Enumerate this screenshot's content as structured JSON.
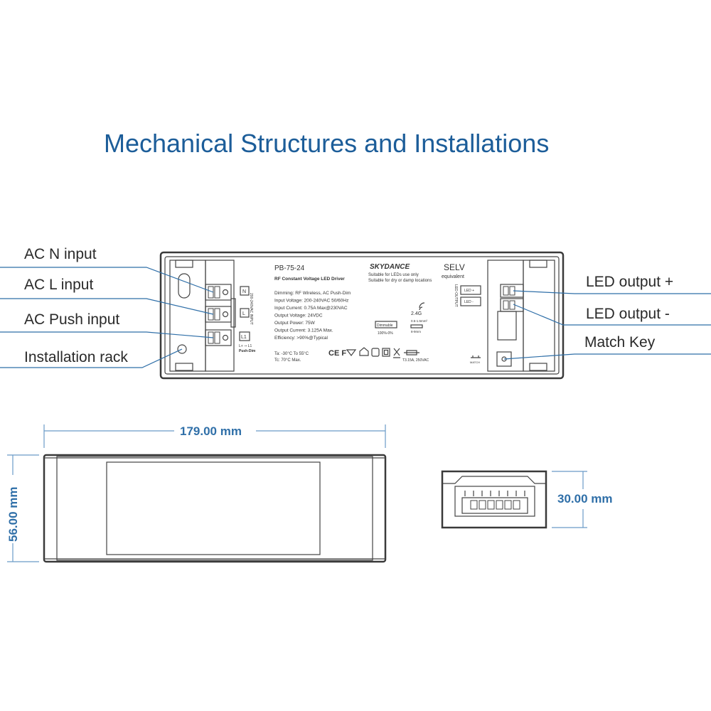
{
  "title": "Mechanical Structures and Installations",
  "callouts": {
    "ac_n": "AC N input",
    "ac_l": "AC L input",
    "ac_push": "AC Push input",
    "rack": "Installation rack",
    "led_plus": "LED output +",
    "led_minus": "LED output -",
    "match_key": "Match Key"
  },
  "label": {
    "model": "PB-75-24",
    "brand": "SKYDANCE",
    "subtitle": "RF Constant Voltage LED Driver",
    "suitable1": "Suitable for LEDs use only",
    "suitable2": "Suitable for dry or damp locations",
    "selv": "SELV",
    "selv_sub": "equivalent",
    "specs": [
      "Dimming: RF Wireless, AC Push-Dim",
      "Input Voltage: 200-240VAC 50/60Hz",
      "Input Current: 0.75A Max@230VAC",
      "Output Voltage: 24VDC",
      "Output Power: 75W",
      "Output Current: 3.125A Max.",
      "Efficiency: >90%@Typical"
    ],
    "temp1": "Ta: -30°C To 55°C",
    "temp2": "Tc: 70°C Max.",
    "rf": "2.4G",
    "dimmable": "Dimmable",
    "dim_range": "100%-0%",
    "fuse": "T3.15A, 250VAC",
    "wire1": "0.5-1.5mm²",
    "wire2": "8-9mm",
    "cert": "CE F",
    "input_side": "200-240VAC INPUT",
    "term_n": "N",
    "term_l": "L",
    "term_l1": "L1",
    "l1_note": "L+ ⊸ L1",
    "push_dim": "Push-Dim",
    "led_out_side": "LED OUTPUT",
    "led_plus_term": "LED +",
    "led_minus_term": "LED -",
    "match": "MATCH"
  },
  "dimensions": {
    "length": "179.00 mm",
    "width": "56.00 mm",
    "height": "30.00 mm"
  },
  "colors": {
    "title": "#1c5d99",
    "leader": "#2f6fa8",
    "dimension": "#2f6fa8",
    "outline": "#3a3a3a"
  }
}
